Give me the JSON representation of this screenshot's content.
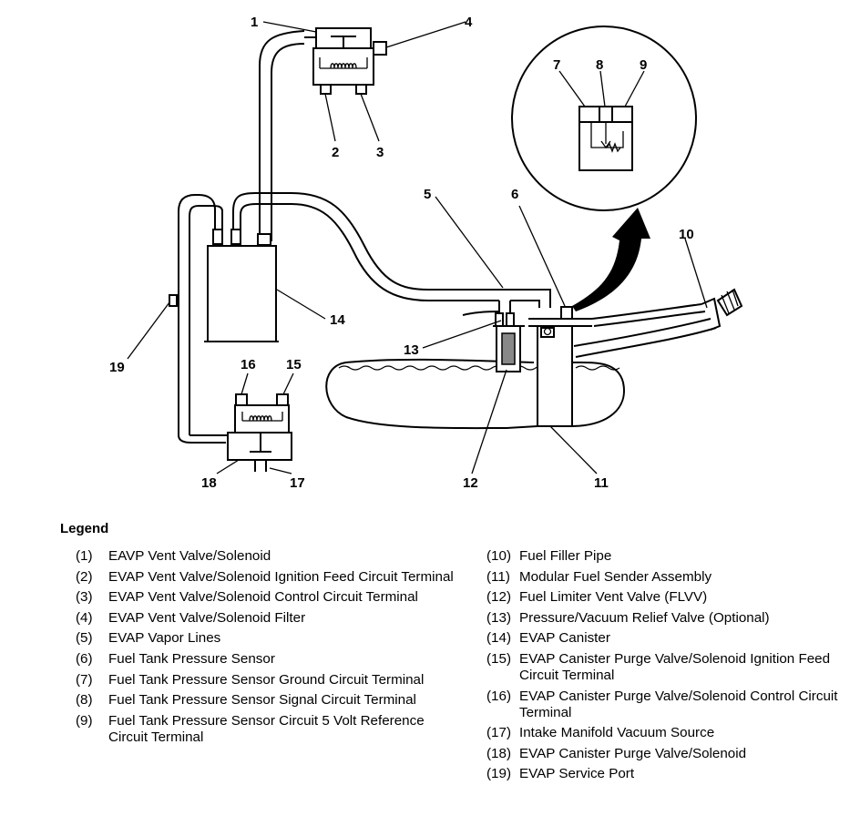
{
  "callouts": [
    "1",
    "2",
    "3",
    "4",
    "5",
    "6",
    "7",
    "8",
    "9",
    "10",
    "11",
    "12",
    "13",
    "14",
    "15",
    "16",
    "17",
    "18",
    "19"
  ],
  "legend": {
    "title": "Legend",
    "left": [
      {
        "num": "(1)",
        "text": "EAVP Vent Valve/Solenoid"
      },
      {
        "num": "(2)",
        "text": "EVAP Vent Valve/Solenoid Ignition Feed Circuit Terminal"
      },
      {
        "num": "(3)",
        "text": "EVAP Vent Valve/Solenoid Control Circuit Terminal"
      },
      {
        "num": "(4)",
        "text": "EVAP Vent Valve/Solenoid Filter"
      },
      {
        "num": "(5)",
        "text": "EVAP Vapor Lines"
      },
      {
        "num": "(6)",
        "text": "Fuel Tank Pressure Sensor"
      },
      {
        "num": "(7)",
        "text": "Fuel Tank Pressure Sensor Ground Circuit Terminal"
      },
      {
        "num": "(8)",
        "text": "Fuel Tank Pressure Sensor Signal Circuit Terminal"
      },
      {
        "num": "(9)",
        "text": "Fuel Tank Pressure Sensor Circuit 5 Volt Reference Circuit Terminal"
      }
    ],
    "right": [
      {
        "num": "(10)",
        "text": "Fuel Filler Pipe"
      },
      {
        "num": "(11)",
        "text": "Modular Fuel Sender Assembly"
      },
      {
        "num": "(12)",
        "text": "Fuel Limiter Vent Valve (FLVV)"
      },
      {
        "num": "(13)",
        "text": "Pressure/Vacuum Relief Valve (Optional)"
      },
      {
        "num": "(14)",
        "text": "EVAP Canister"
      },
      {
        "num": "(15)",
        "text": "EVAP Canister Purge Valve/Solenoid Ignition Feed Circuit Terminal"
      },
      {
        "num": "(16)",
        "text": "EVAP Canister Purge Valve/Solenoid Control Circuit Terminal"
      },
      {
        "num": "(17)",
        "text": "Intake Manifold Vacuum Source"
      },
      {
        "num": "(18)",
        "text": "EVAP Canister Purge Valve/Solenoid"
      },
      {
        "num": "(19)",
        "text": "EVAP Service Port"
      }
    ]
  }
}
